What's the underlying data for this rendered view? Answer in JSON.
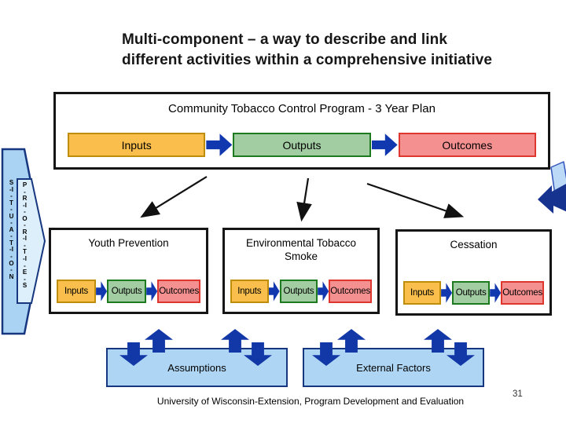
{
  "slide": {
    "title": "Multi-component – a way to describe and link\ndifferent activities within a comprehensive initiative",
    "footer": "University of Wisconsin-Extension, Program Development and Evaluation",
    "page_number": "31"
  },
  "program": {
    "title": "Community Tobacco Control Program - 3 Year Plan",
    "flow": [
      "Inputs",
      "Outputs",
      "Outcomes"
    ]
  },
  "components": [
    {
      "title": "Youth Prevention",
      "flow": [
        "Inputs",
        "Outputs",
        "Outcomes"
      ]
    },
    {
      "title": "Environmental Tobacco Smoke",
      "flow": [
        "Inputs",
        "Outputs",
        "Outcomes"
      ]
    },
    {
      "title": "Cessation",
      "flow": [
        "Inputs",
        "Outputs",
        "Outcomes"
      ]
    }
  ],
  "side": {
    "situation": "S-I-T-U-A-T-I-O-N",
    "priorities": "P-R-I-O-R-I-T-I-E-S"
  },
  "context": [
    {
      "label": "Assumptions"
    },
    {
      "label": "External Factors"
    }
  ],
  "colors": {
    "inputs_fill": "#F9BE4B",
    "inputs_border": "#BE8E0A",
    "outputs_fill": "#A2CCA2",
    "outputs_border": "#1E7A1E",
    "outcomes_fill": "#F59090",
    "outcomes_border": "#DE3730",
    "flow_arrow_blue": "#1238B0",
    "context_panel_fill": "#AED6F4",
    "context_panel_border": "#16367F",
    "situation_fill": "#A9D2F3",
    "priorities_fill": "#DCEFFB",
    "connector_black": "#111111"
  }
}
